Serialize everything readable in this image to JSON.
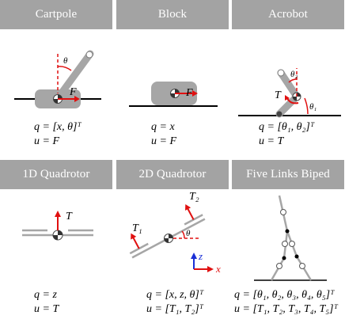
{
  "panels": [
    {
      "title": "Cartpole",
      "eq1": "q = [x, θ]ᵀ",
      "eq2": "u = F",
      "labels": {
        "theta": "θ",
        "force": "F"
      }
    },
    {
      "title": "Block",
      "eq1": "q = x",
      "eq2": "u = F",
      "labels": {
        "force": "F"
      }
    },
    {
      "title": "Acrobot",
      "eq1": "q = [θ₁, θ₂]ᵀ",
      "eq2": "u = T",
      "labels": {
        "theta1": "θ₁",
        "theta2": "θ₂",
        "torque": "T"
      }
    },
    {
      "title": "1D Quadrotor",
      "eq1": "q = z",
      "eq2": "u = T",
      "labels": {
        "thrust": "T"
      }
    },
    {
      "title": "2D Quadrotor",
      "eq1": "q = [x, z, θ]ᵀ",
      "eq2": "u = [T₁, T₂]ᵀ",
      "labels": {
        "t1": "T₁",
        "t2": "T₂",
        "theta": "θ",
        "z": "z",
        "x": "x"
      }
    },
    {
      "title": "Five Links Biped",
      "eq1": "q = [θ₁, θ₂, θ₃, θ₄, θ₅]ᵀ",
      "eq2": "u = [T₁, T₂, T₃, T₄, T₅]ᵀ",
      "labels": {}
    }
  ],
  "colors": {
    "header": "#a3a3a3",
    "body": "#a6a6a6",
    "arrow": "#e01010",
    "axis_z": "#1a2fd6",
    "dash": "#e01010"
  }
}
